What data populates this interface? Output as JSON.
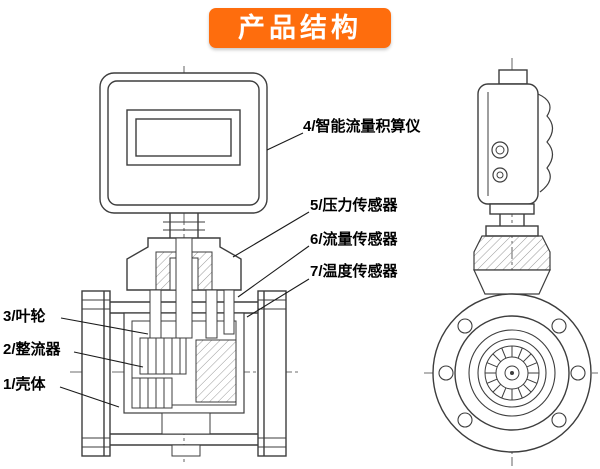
{
  "title": {
    "text": "产品结构",
    "banner_color": "#fe6d0d",
    "text_color": "#ffffff"
  },
  "labels": {
    "totalizer": "4/智能流量积算仪",
    "pressure_sensor": "5/压力传感器",
    "flow_sensor": "6/流量传感器",
    "temperature_sensor": "7/温度传感器",
    "impeller": "3/叶轮",
    "rectifier": "2/整流器",
    "housing": "1/壳体"
  },
  "drawing": {
    "line_color": "#3d3d3d",
    "views": [
      "front-sectional-view",
      "side-flange-view"
    ]
  }
}
